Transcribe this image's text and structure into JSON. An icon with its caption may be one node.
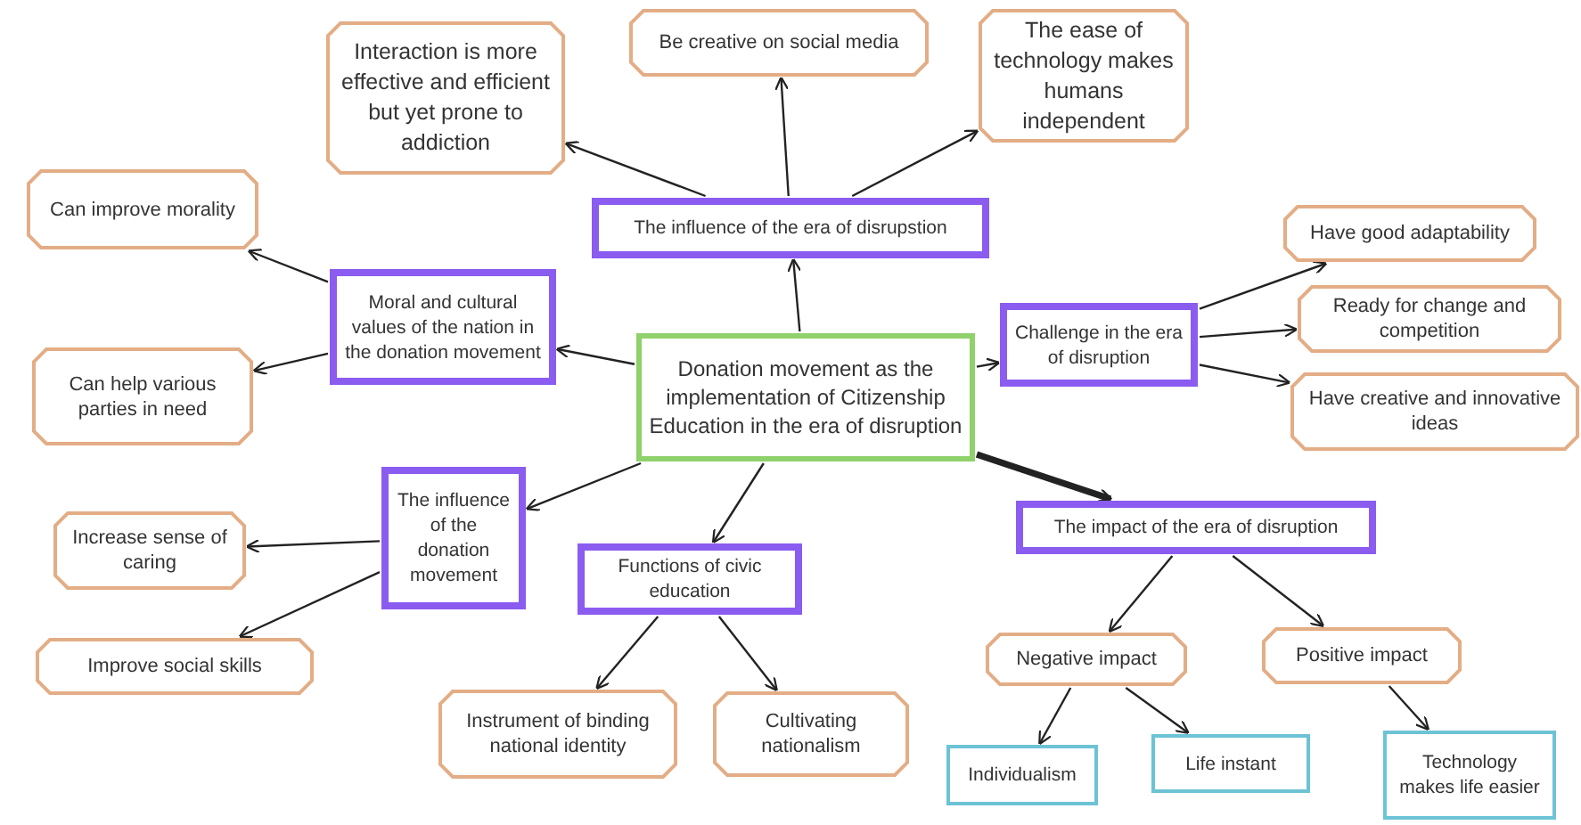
{
  "diagram": {
    "nodes": [
      {
        "text": [
          "Donation movement as the implementation of Citizenship Education in the era of disruption"
        ]
      },
      {
        "text": [
          "The influence of the era of disrupstion"
        ]
      },
      {
        "text": [
          "Interaction is more effective and efficient but yet prone to addiction"
        ]
      },
      {
        "text": [
          "Be creative on social media"
        ]
      },
      {
        "text": [
          "The ease of technology makes humans independent"
        ]
      },
      {
        "text": [
          "Moral and cultural values of the nation in the donation movement"
        ]
      },
      {
        "text": [
          "Can improve morality"
        ]
      },
      {
        "text": [
          "Can help various parties in need"
        ]
      },
      {
        "text": [
          "Challenge in the era of disruption"
        ]
      },
      {
        "text": [
          "Have good adaptability"
        ]
      },
      {
        "text": [
          "Ready for change and competition"
        ]
      },
      {
        "text": [
          "Have creative and innovative ideas"
        ]
      },
      {
        "text": [
          "The influence of the donation movement"
        ]
      },
      {
        "text": [
          "Increase sense of caring"
        ]
      },
      {
        "text": [
          "Improve social skills"
        ]
      },
      {
        "text": [
          "Functions of civic education"
        ]
      },
      {
        "text": [
          "Instrument of binding national identity"
        ]
      },
      {
        "text": [
          "Cultivating nationalism"
        ]
      },
      {
        "text": [
          "The impact of the era of disruption"
        ]
      },
      {
        "text": [
          "Negative impact"
        ]
      },
      {
        "text": [
          "Positive impact"
        ]
      },
      {
        "text": [
          "Individualism"
        ]
      },
      {
        "text": [
          "Life instant"
        ]
      },
      {
        "text": [
          "Technology makes life easier"
        ]
      }
    ],
    "edges": [
      {
        "from": 0,
        "to": 1,
        "arrow": "to"
      },
      {
        "from": 1,
        "to": 2,
        "arrow": "to"
      },
      {
        "from": 1,
        "to": 3,
        "arrow": "to"
      },
      {
        "from": 1,
        "to": 4,
        "arrow": "to"
      },
      {
        "from": 0,
        "to": 5,
        "arrow": "to"
      },
      {
        "from": 5,
        "to": 6,
        "arrow": "to"
      },
      {
        "from": 5,
        "to": 7,
        "arrow": "to"
      },
      {
        "from": 0,
        "to": 8,
        "arrow": "to"
      },
      {
        "from": 8,
        "to": 9,
        "arrow": "to"
      },
      {
        "from": 8,
        "to": 10,
        "arrow": "to"
      },
      {
        "from": 8,
        "to": 11,
        "arrow": "to"
      },
      {
        "from": 0,
        "to": 12,
        "arrow": "to"
      },
      {
        "from": 12,
        "to": 13,
        "arrow": "to"
      },
      {
        "from": 12,
        "to": 14,
        "arrow": "to"
      },
      {
        "from": 0,
        "to": 15,
        "arrow": "to"
      },
      {
        "from": 15,
        "to": 16,
        "arrow": "to"
      },
      {
        "from": 15,
        "to": 17,
        "arrow": "to"
      },
      {
        "from": 0,
        "to": 18,
        "arrow": "to",
        "style": "thick"
      },
      {
        "from": 18,
        "to": 19,
        "arrow": "to"
      },
      {
        "from": 18,
        "to": 20,
        "arrow": "to"
      },
      {
        "from": 19,
        "to": 21,
        "arrow": "to"
      },
      {
        "from": 19,
        "to": 22,
        "arrow": "to"
      },
      {
        "from": 20,
        "to": 23,
        "arrow": "to"
      }
    ]
  }
}
